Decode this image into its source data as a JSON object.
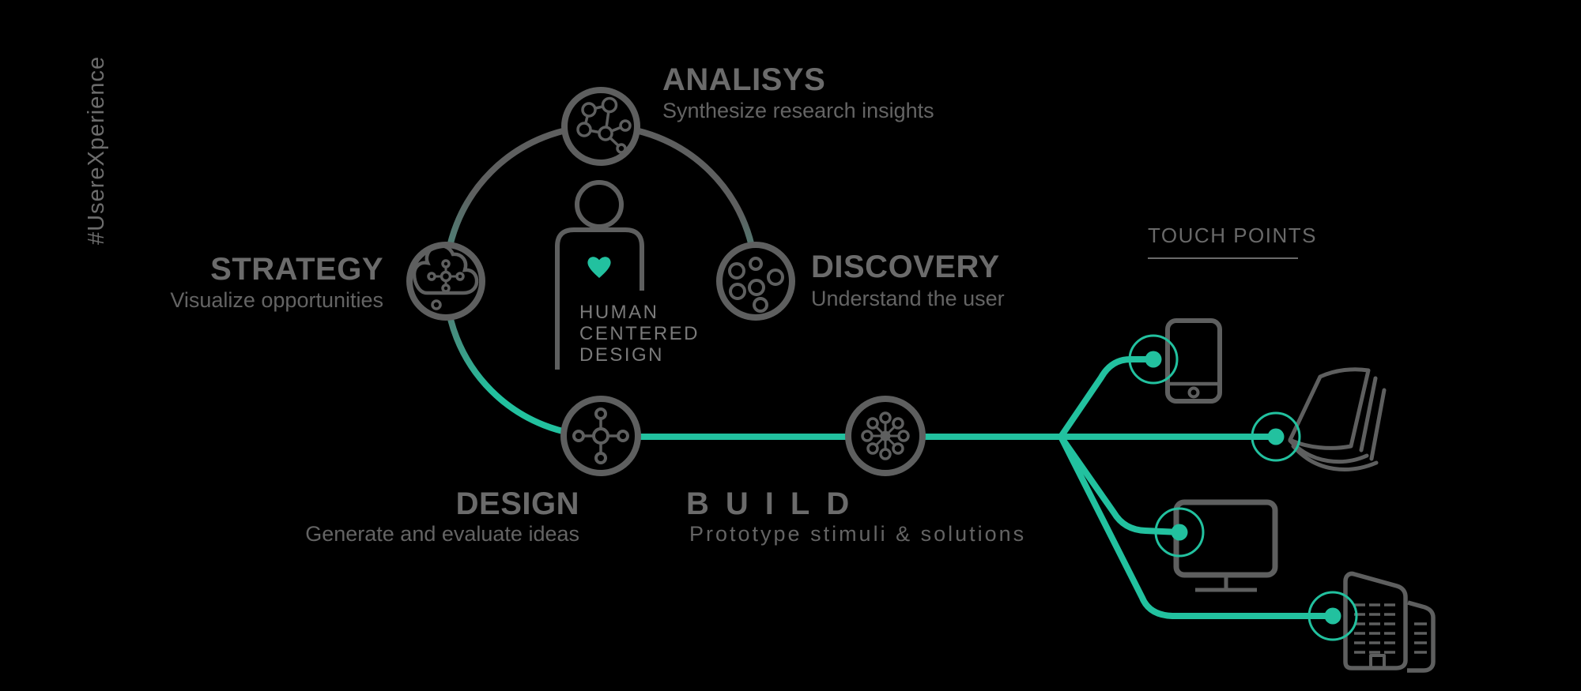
{
  "colors": {
    "background": "#000000",
    "teal": "#22C19F",
    "teal_dark": "#4E8076",
    "gray_stroke": "#5E5F5F",
    "text_gray": "#6B6B6B"
  },
  "hashtag": "#UsereXperience",
  "hcd": {
    "line1": "HUMAN",
    "line2": "CENTERED",
    "line3": "DESIGN"
  },
  "stages": {
    "strategy": {
      "label": "STRATEGY",
      "description": "Visualize opportunities",
      "icon": "cloud-network-icon"
    },
    "analisys": {
      "label": "ANALISYS",
      "description": "Synthesize research insights",
      "icon": "molecule-network-icon"
    },
    "discovery": {
      "label": "DISCOVERY",
      "description": "Understand the user",
      "icon": "dots-cluster-icon"
    },
    "design": {
      "label": "DESIGN",
      "description": "Generate and evaluate ideas",
      "icon": "node-cross-icon"
    },
    "build": {
      "label": "BUILD",
      "description": "Prototype stimuli & solutions",
      "icon": "burst-network-icon"
    }
  },
  "center_figure": {
    "icon": "person-heart-icon"
  },
  "touch_points": {
    "title": "TOUCH POINTS",
    "items": [
      {
        "icon": "smartphone-icon"
      },
      {
        "icon": "magazine-icon"
      },
      {
        "icon": "desktop-monitor-icon"
      },
      {
        "icon": "building-icon"
      }
    ]
  }
}
